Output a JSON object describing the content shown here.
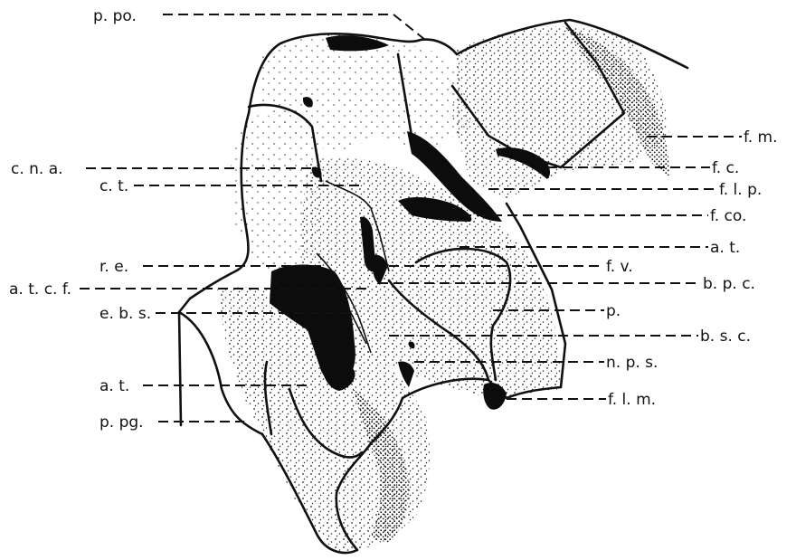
{
  "labels": {
    "p_po": "p. po.",
    "c_n_a": "c. n. a.",
    "c_t": "c. t.",
    "r_e": "r. e.",
    "a_t_c_f": "a. t. c. f.",
    "e_b_s": "e. b. s.",
    "a_t_left": "a. t.",
    "p_pg": "p. pg.",
    "f_m": "f. m.",
    "f_c": "f. c.",
    "f_l_p": "f. l. p.",
    "f_co": "f. co.",
    "a_t_right": "a. t.",
    "f_v": "f. v.",
    "b_p_c": "b. p. c.",
    "p": "p.",
    "b_s_c": "b. s. c.",
    "n_p_s": "n. p. s.",
    "f_l_m": "f. l. m."
  }
}
